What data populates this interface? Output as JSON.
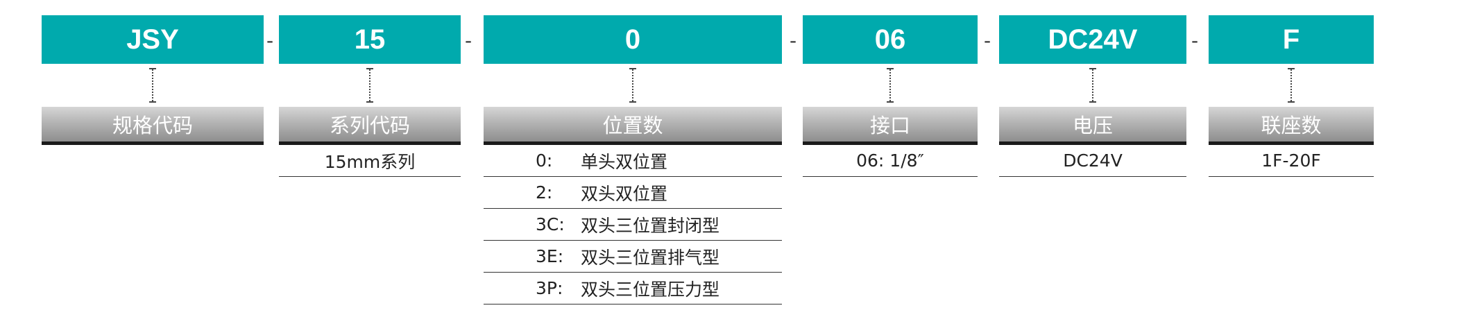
{
  "segments": [
    {
      "code": "JSY",
      "label": "规格代码",
      "value": ""
    },
    {
      "code": "15",
      "label": "系列代码",
      "value": "15mm系列"
    },
    {
      "code": "0",
      "label": "位置数",
      "options": [
        {
          "code": "0:",
          "desc": "单头双位置"
        },
        {
          "code": "2:",
          "desc": "双头双位置"
        },
        {
          "code": "3C:",
          "desc": "双头三位置封闭型"
        },
        {
          "code": "3E:",
          "desc": "双头三位置排气型"
        },
        {
          "code": "3P:",
          "desc": "双头三位置压力型"
        }
      ]
    },
    {
      "code": "06",
      "label": "接口",
      "value": "06: 1/8″"
    },
    {
      "code": "DC24V",
      "label": "电压",
      "value": "DC24V"
    },
    {
      "code": "F",
      "label": "联座数",
      "value": "1F-20F"
    }
  ],
  "separator": "-",
  "colors": {
    "code_bg": "#00aaad",
    "code_text": "#ffffff",
    "label_text": "#ffffff",
    "rule": "#1a1a1a"
  }
}
